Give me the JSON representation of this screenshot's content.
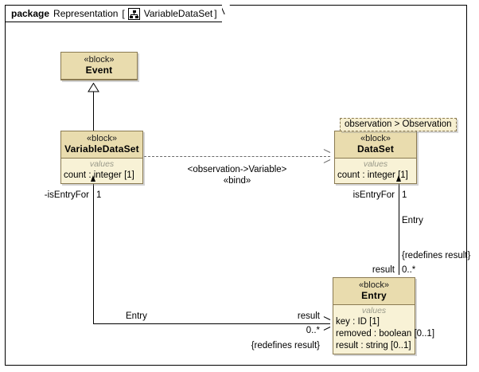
{
  "frame": {
    "keyword": "package",
    "package_name": "Representation",
    "bracket_open": "[",
    "diagram_icon": "bdd-icon",
    "diagram_name": "VariableDataSet",
    "bracket_close": "]"
  },
  "colors": {
    "block_fill": "#f7f0d2",
    "block_header_fill": "#e9dcae",
    "block_border": "#8a7a52",
    "compartment_fill": "#f8f2d6",
    "compartment_title": "#9a9a8a",
    "line": "#000000",
    "dashed_line": "#6b6b6b",
    "canvas": "#ffffff"
  },
  "blocks": [
    {
      "id": "event",
      "stereotype": "«block»",
      "name": "Event",
      "compartments": []
    },
    {
      "id": "variabledataset",
      "stereotype": "«block»",
      "name": "VariableDataSet",
      "compartments": [
        {
          "title": "values",
          "properties": [
            "count : integer [1]"
          ]
        }
      ]
    },
    {
      "id": "dataset",
      "stereotype": "«block»",
      "name": "DataSet",
      "tab_label": "observation > Observation",
      "compartments": [
        {
          "title": "values",
          "properties": [
            "count : integer [1]"
          ]
        }
      ]
    },
    {
      "id": "entry",
      "stereotype": "«block»",
      "name": "Entry",
      "compartments": [
        {
          "title": "values",
          "properties": [
            "key : ID [1]",
            "removed : boolean [0..1]",
            "result : string [0..1]"
          ]
        }
      ]
    }
  ],
  "connectors": {
    "generalization": {
      "name": "event-generalization",
      "source": "VariableDataSet",
      "target": "Event"
    },
    "bind_dependency": {
      "name": "bind-dependency",
      "label_binding": "<observation->Variable>",
      "label_stereotype": "«bind»",
      "source": "VariableDataSet",
      "target": "DataSet"
    },
    "left_association": {
      "name": "variabledataset-entry-association",
      "end_role": "-isEntryFor",
      "end_multiplicity": "1",
      "far_role": "Entry",
      "far_result_role": "result",
      "far_multiplicity": "0..*",
      "far_constraint": "{redefines result}"
    },
    "right_association": {
      "name": "dataset-entry-association",
      "end_role": "isEntryFor",
      "end_multiplicity": "1",
      "mid_role": "Entry",
      "far_constraint": "{redefines result}",
      "far_result_role": "result",
      "far_multiplicity": "0..*"
    }
  }
}
